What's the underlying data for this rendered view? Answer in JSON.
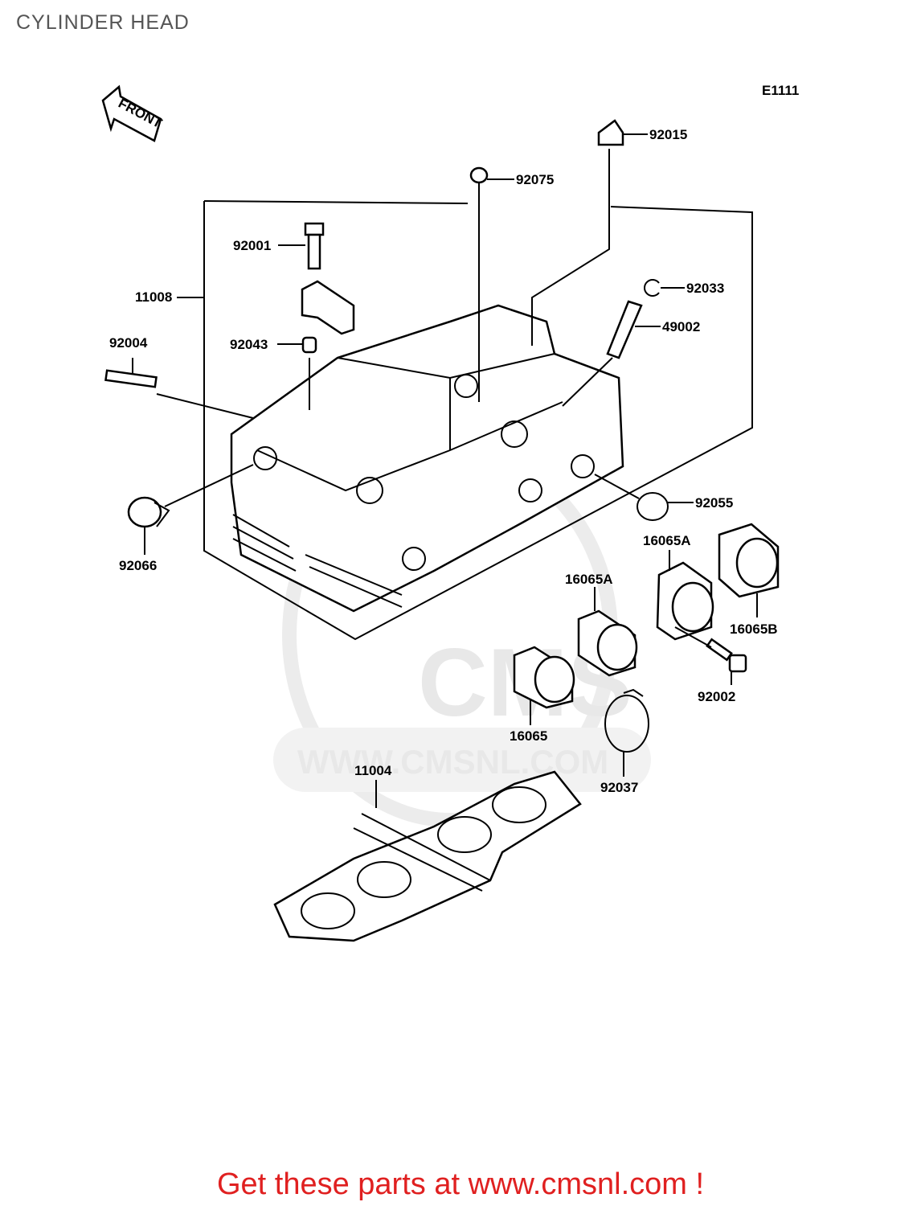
{
  "page": {
    "title": "CYLINDER HEAD",
    "diagram_code": "E1111",
    "front_arrow_label": "FRONT",
    "watermark_brand": "CMS",
    "watermark_url": "WWW.CMSNL.COM",
    "footer": "Get these parts at www.cmsnl.com !"
  },
  "parts": {
    "p92015": "92015",
    "p92075": "92075",
    "p92001": "92001",
    "p11008": "11008",
    "p92033": "92033",
    "p49002": "49002",
    "p92004": "92004",
    "p92043": "92043",
    "p92055": "92055",
    "p16065A_1": "16065A",
    "p16065A_2": "16065A",
    "p92066": "92066",
    "p16065B": "16065B",
    "p92002": "92002",
    "p16065": "16065",
    "p11004": "11004",
    "p92037": "92037"
  },
  "colors": {
    "footer_text": "#e02020",
    "title_text": "#555555",
    "watermark": "#e8e8e8"
  }
}
